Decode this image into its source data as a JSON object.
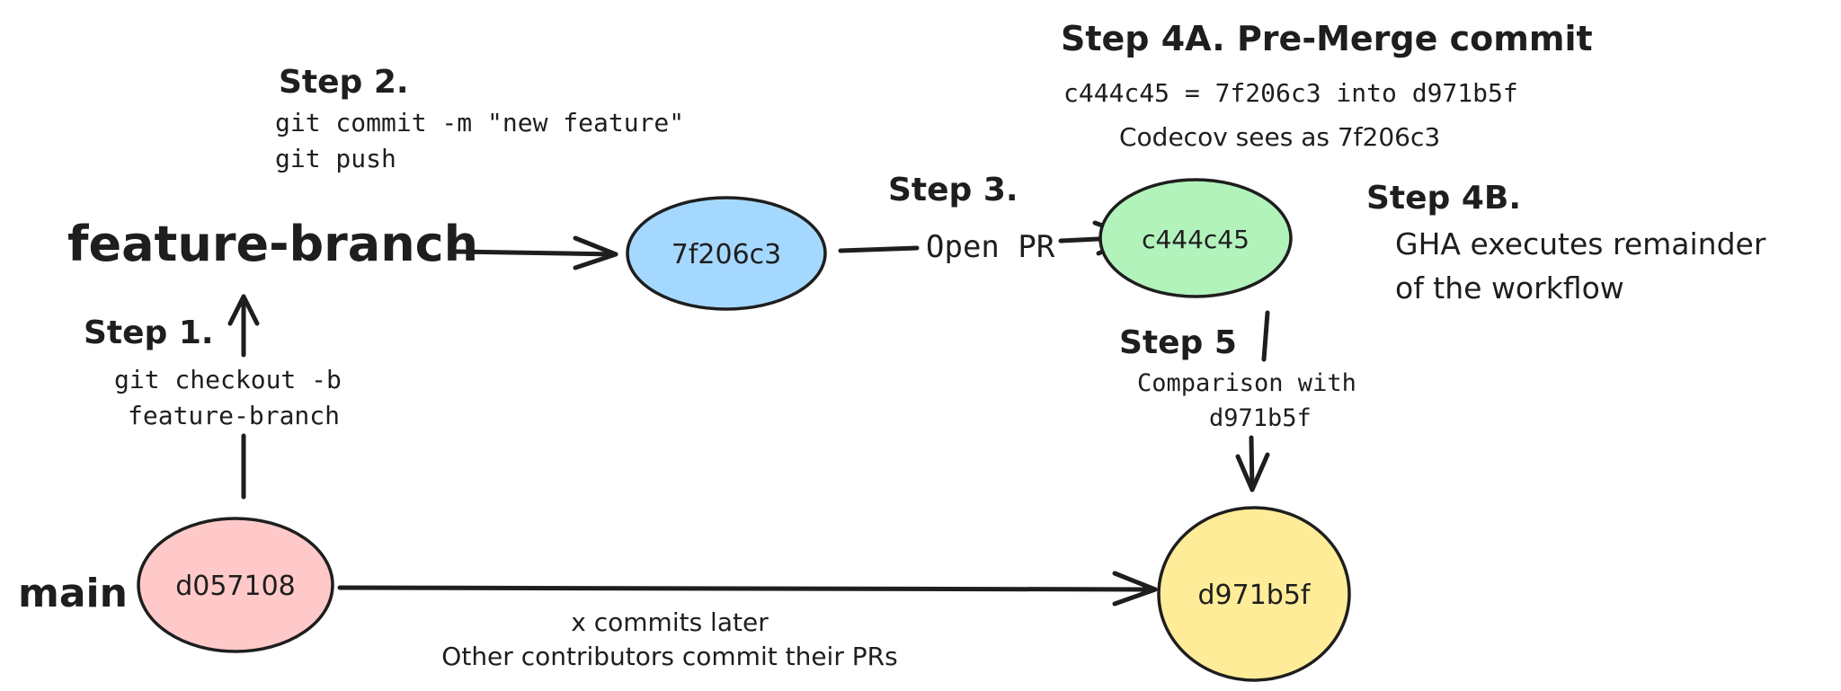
{
  "diagram": {
    "labels": {
      "feature_branch": "feature-branch",
      "main": "main",
      "step1_title": "Step 1.",
      "step1_line1": "git checkout -b",
      "step1_line2": "feature-branch",
      "step2_title": "Step 2.",
      "step2_line1": "git commit -m \"new feature\"",
      "step2_line2": "git push",
      "step3_title": "Step 3.",
      "step3_line1": "Open PR",
      "step4a_title": "Step 4A. Pre-Merge commit",
      "step4a_line1": "c444c45 = 7f206c3 into d971b5f",
      "step4a_line2": "Codecov sees as 7f206c3",
      "step4b_title": "Step 4B.",
      "step4b_line1": "GHA executes remainder",
      "step4b_line2": "of the workflow",
      "step5_title": "Step 5",
      "step5_line1": "Comparison with",
      "step5_line2": "d971b5f",
      "main_note_line1": "x commits later",
      "main_note_line2": "Other contributors commit their PRs"
    },
    "nodes": [
      {
        "id": "d057108",
        "label": "d057108",
        "fill": "#ffc9c9"
      },
      {
        "id": "7f206c3",
        "label": "7f206c3",
        "fill": "#a5d8ff"
      },
      {
        "id": "c444c45",
        "label": "c444c45",
        "fill": "#b2f2bb"
      },
      {
        "id": "d971b5f",
        "label": "d971b5f",
        "fill": "#ffec99"
      }
    ]
  }
}
